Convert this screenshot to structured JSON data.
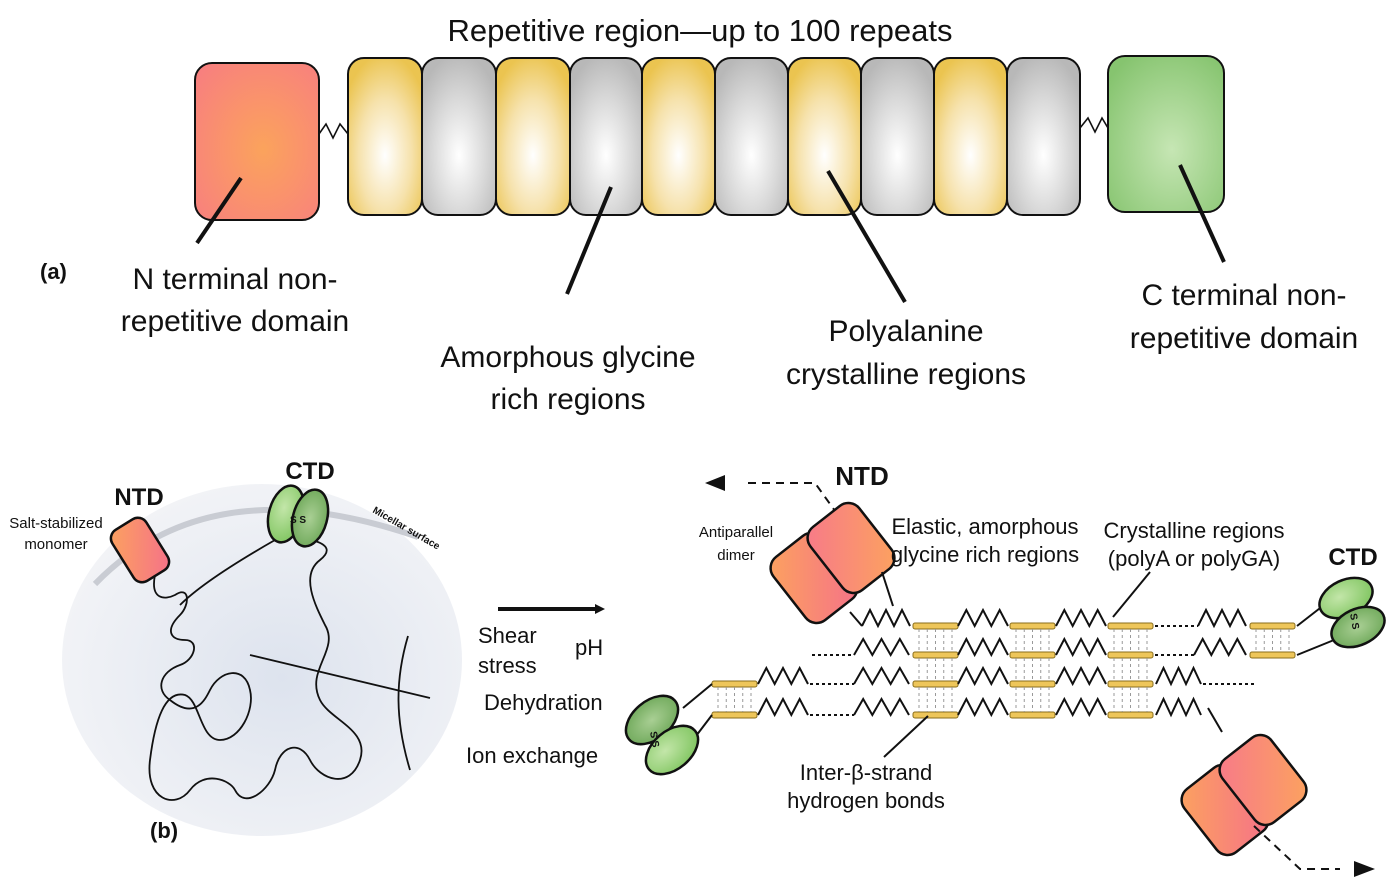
{
  "panel_a": {
    "label": "(a)",
    "title": "Repetitive region—up to 100 repeats",
    "n_terminal": [
      "N terminal non-",
      "repetitive domain"
    ],
    "amorphous": [
      "Amorphous glycine",
      "rich regions"
    ],
    "polyalanine": [
      "Polyalanine",
      "crystalline regions"
    ],
    "c_terminal": [
      "C terminal non-",
      "repetitive domain"
    ],
    "colors": {
      "n_terminal": "#f98a74",
      "crystalline": "#ecc75a",
      "amorphous": "#bdbdbd",
      "c_terminal": "#8cc97a"
    }
  },
  "panel_b": {
    "label": "(b)",
    "ntd": "NTD",
    "ctd": "CTD",
    "salt_stabilized": [
      "Salt-stabilized",
      "monomer"
    ],
    "micellar_surface": "Micellar surface",
    "disulfide": "S S",
    "conditions": {
      "shear": [
        "Shear",
        "stress"
      ],
      "ph": "pH",
      "dehydration": "Dehydration",
      "ion_exchange": "Ion exchange"
    },
    "antiparallel": [
      "Antiparallel",
      "dimer"
    ],
    "elastic": [
      "Elastic, amorphous",
      "glycine rich regions"
    ],
    "crystalline": [
      "Crystalline regions",
      "(polyA or polyGA)"
    ],
    "hbonds": [
      "Inter-β-strand",
      "hydrogen bonds"
    ],
    "ntd_right": "NTD",
    "ctd_right": "CTD"
  }
}
